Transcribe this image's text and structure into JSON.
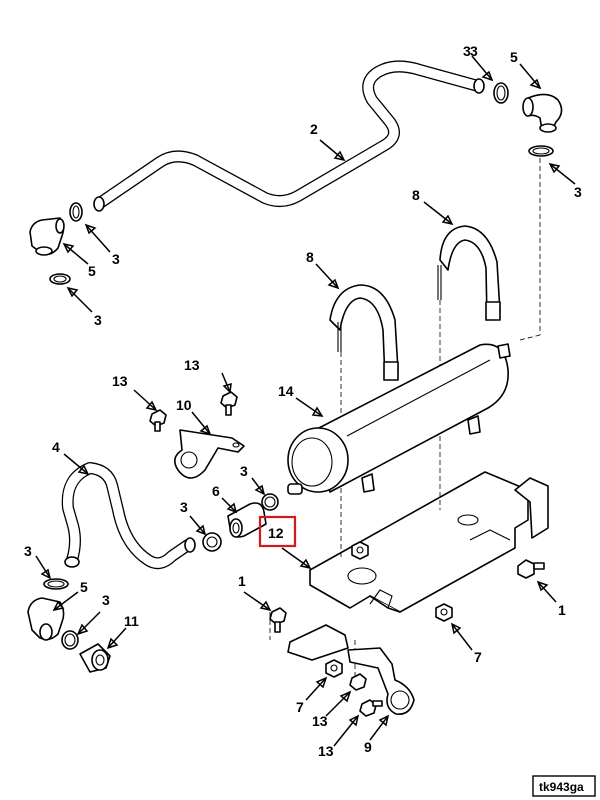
{
  "figure_id": "tk943ga",
  "callouts": [
    {
      "label": "1"
    },
    {
      "label": "1"
    },
    {
      "label": "2"
    },
    {
      "label": "3"
    },
    {
      "label": "3"
    },
    {
      "label": "3"
    },
    {
      "label": "3"
    },
    {
      "label": "3"
    },
    {
      "label": "3"
    },
    {
      "label": "3"
    },
    {
      "label": "3"
    },
    {
      "label": "3"
    },
    {
      "label": "4"
    },
    {
      "label": "5"
    },
    {
      "label": "5"
    },
    {
      "label": "5"
    },
    {
      "label": "6"
    },
    {
      "label": "7"
    },
    {
      "label": "7"
    },
    {
      "label": "8"
    },
    {
      "label": "8"
    },
    {
      "label": "9"
    },
    {
      "label": "10"
    },
    {
      "label": "11"
    },
    {
      "label": "12"
    },
    {
      "label": "13"
    },
    {
      "label": "13"
    },
    {
      "label": "13"
    },
    {
      "label": "13"
    },
    {
      "label": "14"
    }
  ],
  "highlight": {
    "label": "12",
    "color": "#d21a1a"
  }
}
